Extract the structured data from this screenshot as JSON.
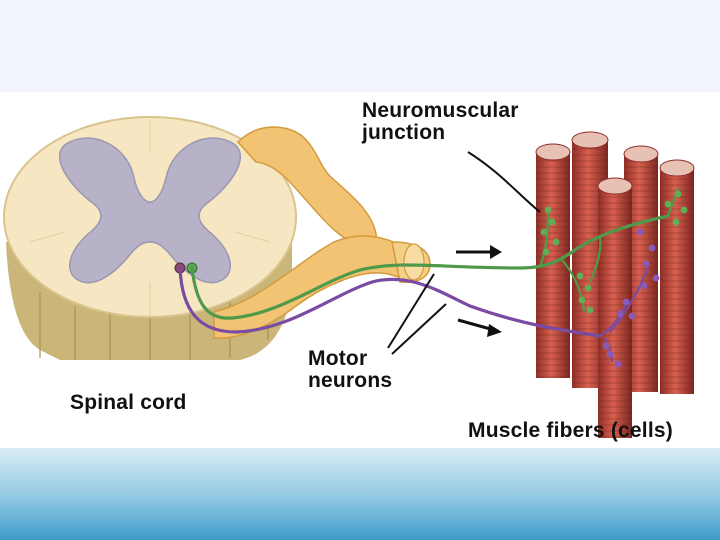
{
  "labels": {
    "neuromuscular_junction": [
      "Neuromuscular",
      "junction"
    ],
    "motor_neurons": [
      "Motor",
      "neurons"
    ],
    "spinal_cord": "Spinal cord",
    "muscle_fibers": "Muscle fibers (cells)"
  },
  "colors": {
    "slide_top": "#f1f5fb",
    "cord_white_matter": "#f6e6c2",
    "cord_gray_matter": "#b7b2c8",
    "nerve": "#f2c372",
    "muscle": "#c1473a",
    "neuron_green": "#4f9a4a",
    "neuron_purple": "#7b4ba4",
    "slide_band": "#3d9ac8"
  }
}
